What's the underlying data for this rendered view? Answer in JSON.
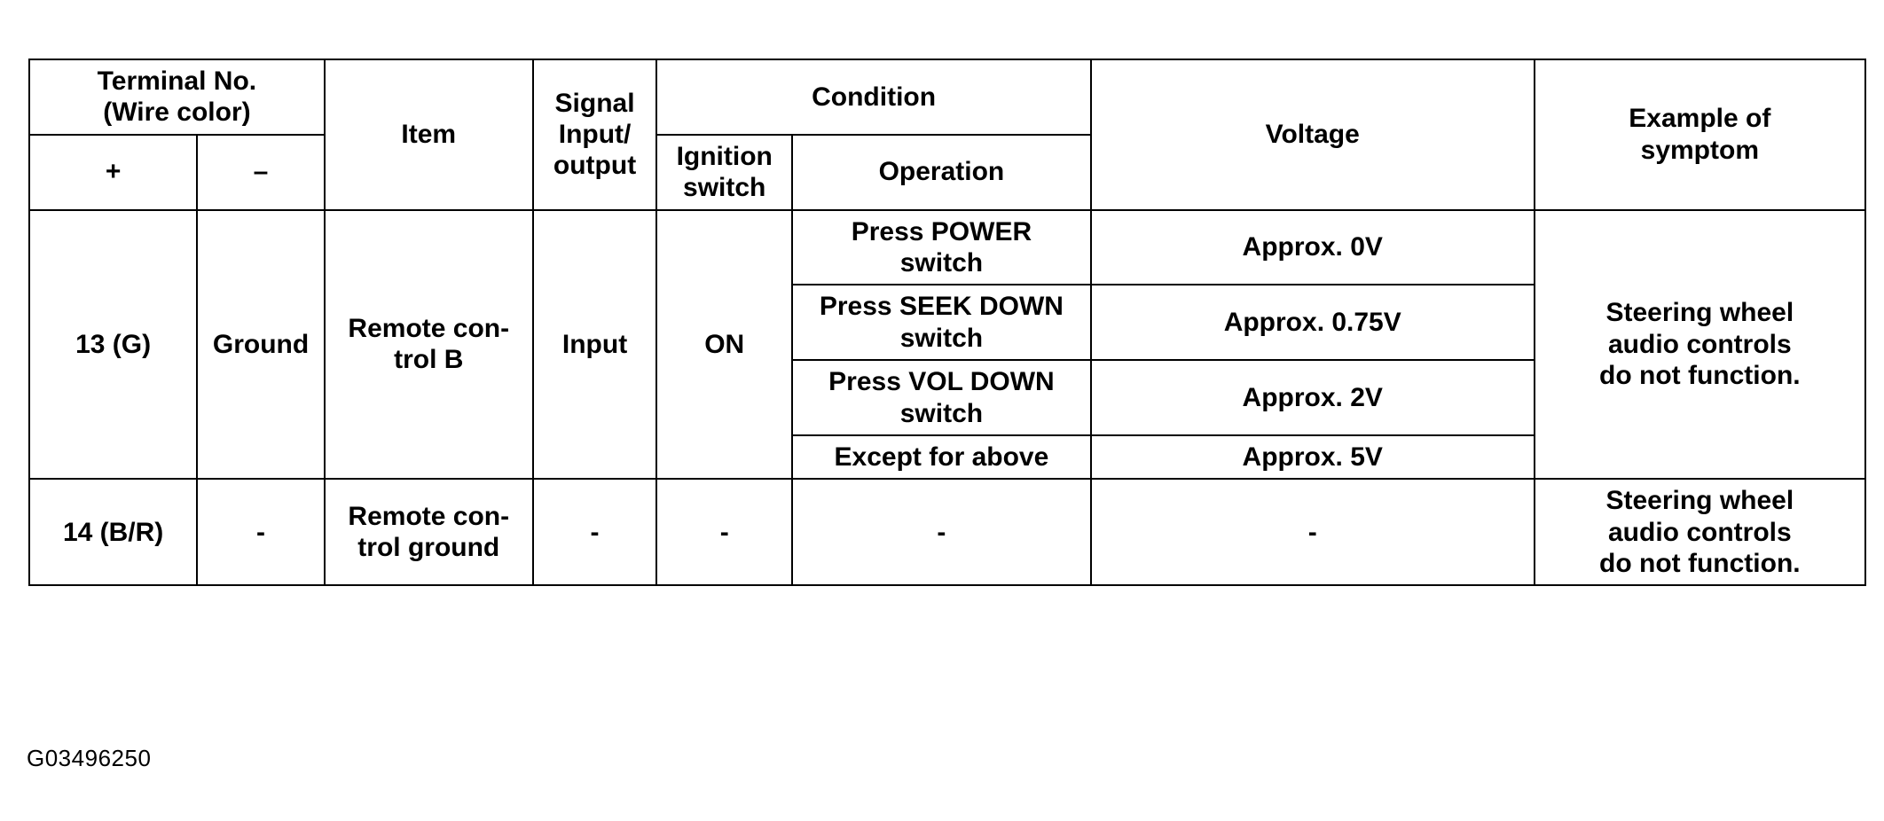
{
  "document": {
    "figure_id": "G03496250"
  },
  "table": {
    "headers": {
      "terminal_no": "Terminal No.\n(Wire color)",
      "terminal_no_line1": "Terminal No.",
      "terminal_no_line2": "(Wire color)",
      "plus": "+",
      "minus": "–",
      "item": "Item",
      "signal_io_line1": "Signal",
      "signal_io_line2": "Input/",
      "signal_io_line3": "output",
      "condition": "Condition",
      "ignition_switch_line1": "Ignition",
      "ignition_switch_line2": "switch",
      "operation": "Operation",
      "voltage": "Voltage",
      "example_of_symptom_line1": "Example of",
      "example_of_symptom_line2": "symptom"
    },
    "rows": [
      {
        "terminal_plus": "13 (G)",
        "terminal_minus": "Ground",
        "item_line1": "Remote con-",
        "item_line2": "trol B",
        "signal_io": "Input",
        "ignition_switch": "ON",
        "symptom_line1": "Steering wheel",
        "symptom_line2": "audio controls",
        "symptom_line3": "do not function.",
        "conditions": [
          {
            "operation_line1": "Press POWER",
            "operation_line2": "switch",
            "voltage": "Approx. 0V"
          },
          {
            "operation_line1": "Press SEEK DOWN",
            "operation_line2": "switch",
            "voltage": "Approx. 0.75V"
          },
          {
            "operation_line1": "Press VOL DOWN",
            "operation_line2": "switch",
            "voltage": "Approx. 2V"
          },
          {
            "operation_line1": "Except for above",
            "operation_line2": "",
            "voltage": "Approx. 5V"
          }
        ]
      },
      {
        "terminal_plus": "14 (B/R)",
        "terminal_minus": "-",
        "item_line1": "Remote con-",
        "item_line2": "trol ground",
        "signal_io": "-",
        "ignition_switch": "-",
        "operation": "-",
        "voltage": "-",
        "symptom_line1": "Steering wheel",
        "symptom_line2": "audio controls",
        "symptom_line3": "do not function."
      }
    ]
  }
}
